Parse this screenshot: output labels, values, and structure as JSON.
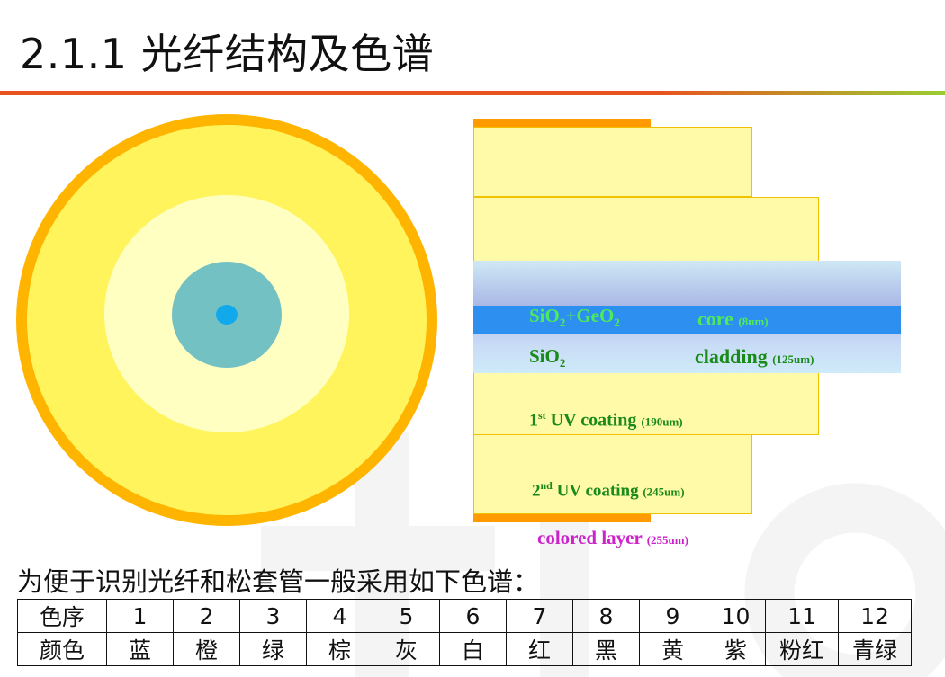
{
  "title": "2.1.1 光纤结构及色谱",
  "colors": {
    "title_line_left": "#e8541e",
    "title_line_right": "#9acd32",
    "outer_ring": "#ffb400",
    "coating_yellow": "#fff45c",
    "inner_pale": "#ffffc2",
    "cladding_teal": "#74c1c4",
    "core_blue": "#12a9ec",
    "label_green": "#1a8a1a",
    "label_light_green": "#4eea5a",
    "label_magenta": "#cc22cc"
  },
  "labels": {
    "core_material_main": "SiO",
    "core_material_sub": "2",
    "core_material_rest": "+GeO",
    "core_material_sub2": "2",
    "core_name": "core",
    "core_size": "(8um)",
    "cladding_material_main": "SiO",
    "cladding_material_sub": "2",
    "cladding_name": "cladding",
    "cladding_size": "(125um)",
    "uv1_num": "1",
    "uv1_sup": "st",
    "uv1_name": " UV coating",
    "uv1_size": "(190um)",
    "uv2_num": "2",
    "uv2_sup": "nd",
    "uv2_name": " UV coating",
    "uv2_size": "(245um)",
    "colored_name": "colored layer",
    "colored_size": "(255um)"
  },
  "intro": "为便于识别光纤和松套管一般采用如下色谱：",
  "spectrum_table": {
    "row_headers": [
      "色序",
      "颜色"
    ],
    "numbers": [
      "1",
      "2",
      "3",
      "4",
      "5",
      "6",
      "7",
      "8",
      "9",
      "10",
      "11",
      "12"
    ],
    "colors": [
      "蓝",
      "橙",
      "绿",
      "棕",
      "灰",
      "白",
      "红",
      "黑",
      "黄",
      "紫",
      "粉红",
      "青绿"
    ]
  }
}
